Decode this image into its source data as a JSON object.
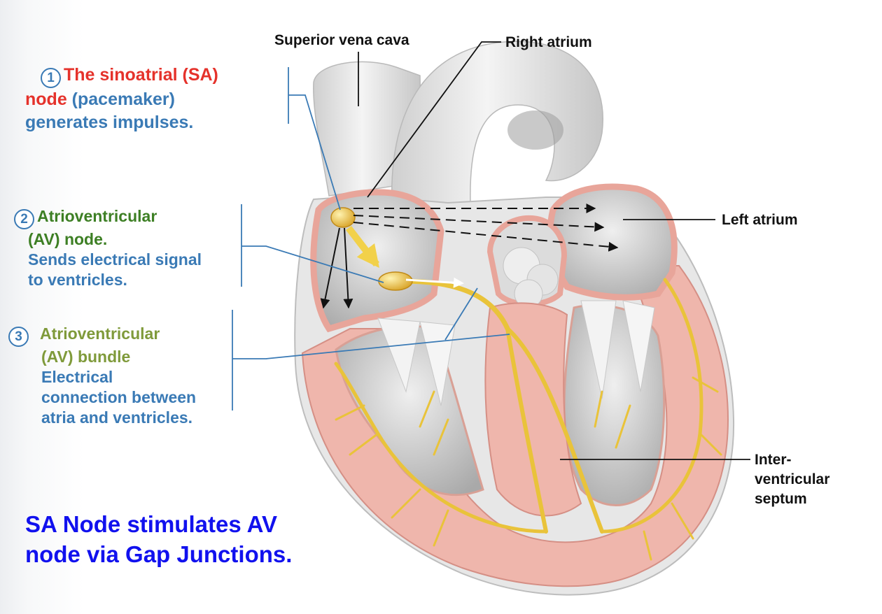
{
  "labels": {
    "superior_vena_cava": "Superior vena cava",
    "right_atrium": "Right atrium",
    "left_atrium": "Left atrium",
    "septum_line1": "Inter-",
    "septum_line2": "ventricular",
    "septum_line3": "septum"
  },
  "steps": [
    {
      "number": "1",
      "title_a": "The",
      "title_b": "sinoatrial (SA)",
      "title_c": "node",
      "desc_a": "(pacemaker)",
      "desc_b": "generates impulses."
    },
    {
      "number": "2",
      "title_a": "Atrioventricular",
      "title_b": "(AV) node.",
      "desc_a": "Sends electrical signal",
      "desc_b": "to ventricles."
    },
    {
      "number": "3",
      "title_a": "Atrioventricular",
      "title_b": "(AV) bundle",
      "desc_a": "Electrical",
      "desc_b": "connection between",
      "desc_c": "atria and ventricles."
    }
  ],
  "conclusion": {
    "line1": "SA Node stimulates AV",
    "line2": "node via Gap Junctions."
  },
  "colors": {
    "myocardium": "#efb6ac",
    "conduction": "#e9c33a",
    "chamber": "#d9d9d9",
    "label_blue": "#3a7ab5",
    "label_red": "#e5322b",
    "label_green": "#3d7f24",
    "label_olive": "#7f9a3a",
    "conclusion_blue": "#1111ee"
  }
}
